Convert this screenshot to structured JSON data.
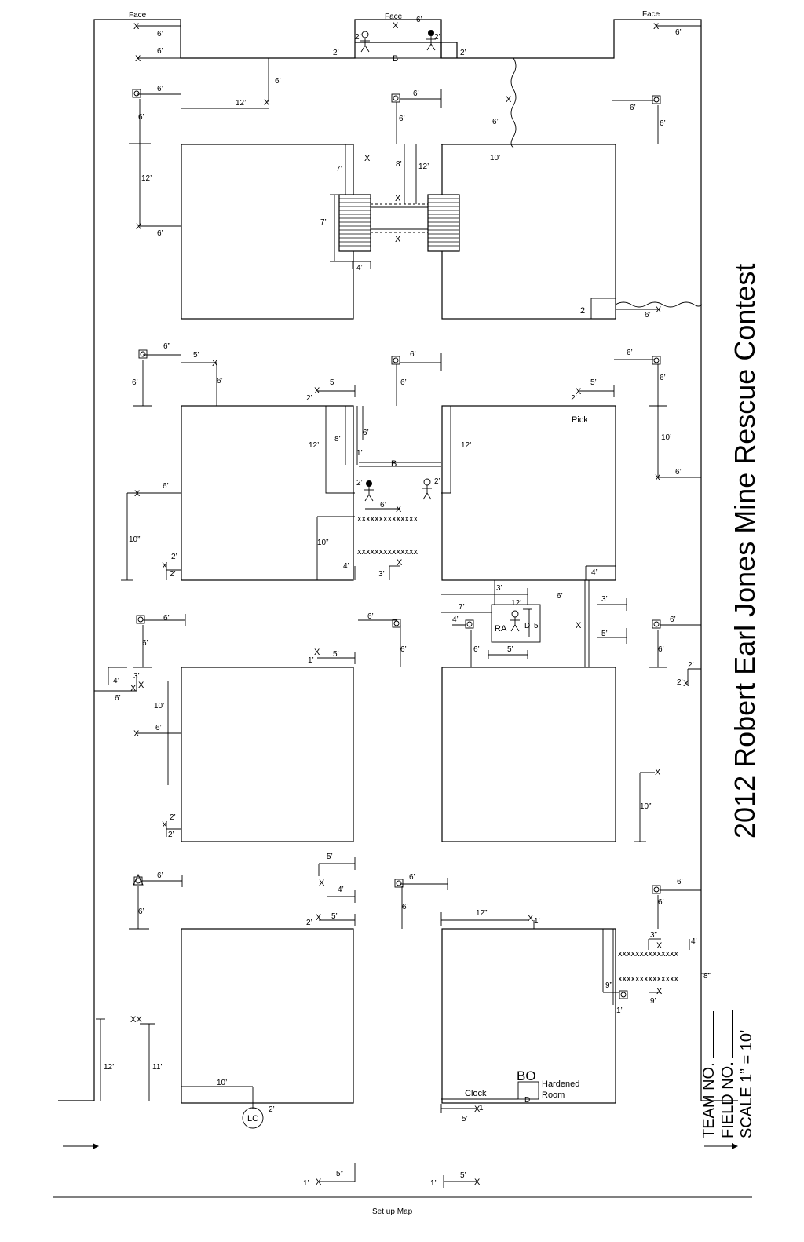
{
  "title": "2012 Robert Earl Jones Mine Rescue Contest",
  "team_label": "TEAM NO.",
  "field_label": "FIELD NO.",
  "scale_label": "SCALE",
  "scale_value": "1”  =  10’",
  "footer": "Set up Map",
  "face": "Face",
  "labels": {
    "b": "B",
    "ra": "RA",
    "d": "D",
    "pick": "Pick",
    "clock": "Clock",
    "bo": "BO",
    "hardened": "Hardened",
    "room": "Room",
    "lc": "LC",
    "two": "2",
    "five": "5",
    "xs": "xxxxxxxxxxxxxx",
    "x": "X",
    "xx": "XX",
    "ft1": "1’",
    "ft2": "2’",
    "ft3": "3’",
    "ft4": "4’",
    "ft5": "5’",
    "ft6": "6’",
    "ft7": "7’",
    "ft8": "8’",
    "ft9": "9’",
    "ft10": "10’",
    "ft11": "11’",
    "ft12": "12’",
    "in3": "3”",
    "in5": "5”",
    "in6": "6”",
    "in9": "9”",
    "in10": "10”",
    "in12": "12”"
  }
}
